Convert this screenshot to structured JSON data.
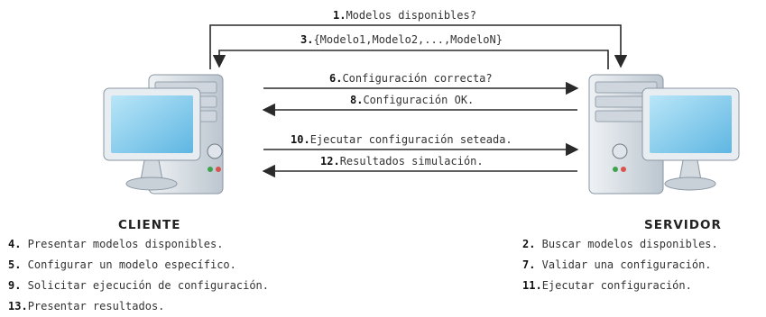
{
  "arrows": [
    {
      "num": "1.",
      "text": "Modelos disponibles?"
    },
    {
      "num": "3.",
      "text": "{Modelo1,Modelo2,...,ModeloN}"
    },
    {
      "num": "6.",
      "text": "Configuración correcta?"
    },
    {
      "num": "8.",
      "text": "Configuración OK."
    },
    {
      "num": "10.",
      "text": "Ejecutar configuración seteada."
    },
    {
      "num": "12.",
      "text": "Resultados simulación."
    }
  ],
  "client": {
    "label": "CLIENTE",
    "tasks": [
      {
        "num": "4.",
        "text": " Presentar modelos disponibles."
      },
      {
        "num": "5.",
        "text": " Configurar un modelo específico."
      },
      {
        "num": "9.",
        "text": " Solicitar ejecución de configuración."
      },
      {
        "num": "13.",
        "text": "Presentar resultados."
      }
    ]
  },
  "server": {
    "label": "SERVIDOR",
    "tasks": [
      {
        "num": "2.",
        "text": " Buscar modelos disponibles."
      },
      {
        "num": "7.",
        "text": " Validar una configuración."
      },
      {
        "num": "11.",
        "text": "Ejecutar configuración."
      }
    ]
  },
  "colors": {
    "line": "#2a2a2a",
    "screen": "#8fd0ee",
    "case": "#d7dde3",
    "monitor": "#e9eef2"
  }
}
